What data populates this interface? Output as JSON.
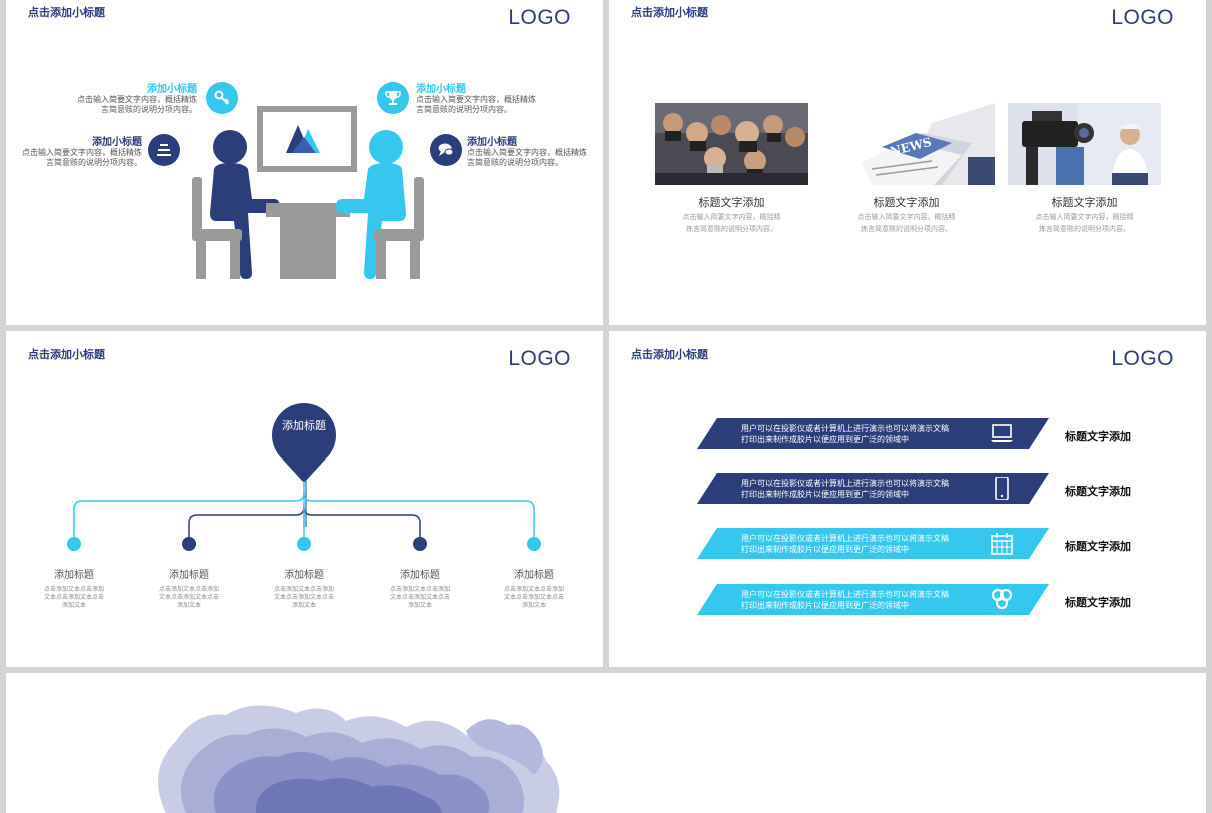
{
  "subtitle": "点击添加小标题",
  "logo": "LOGO",
  "slide1": {
    "items": [
      {
        "title": "添加小标题",
        "desc1": "点击输入简要文字内容，概括精炼",
        "desc2": "言简意赅的说明分项内容。",
        "icon": "key-icon",
        "color": "#35c7ee"
      },
      {
        "title": "添加小标题",
        "desc1": "点击输入简要文字内容，概括精炼",
        "desc2": "言简意赅的说明分项内容。",
        "icon": "list-icon",
        "color": "#2c3e7a"
      },
      {
        "title": "添加小标题",
        "desc1": "点击输入简要文字内容，概括精炼",
        "desc2": "言简意赅的说明分项内容。",
        "icon": "trophy-icon",
        "color": "#35c7ee"
      },
      {
        "title": "添加小标题",
        "desc1": "点击输入简要文字内容，概括精炼",
        "desc2": "言简意赅的说明分项内容。",
        "icon": "chat-icon",
        "color": "#2c3e7a"
      }
    ]
  },
  "slide2": {
    "cards": [
      {
        "title": "标题文字添加",
        "desc1": "点击输入简要文字内容，概括精",
        "desc2": "炼言简意赅的说明分项内容。",
        "photo": "photographers-photo"
      },
      {
        "title": "标题文字添加",
        "desc1": "点击输入简要文字内容，概括精",
        "desc2": "炼言简意赅的说明分项内容。",
        "photo": "newspaper-photo"
      },
      {
        "title": "标题文字添加",
        "desc1": "点击输入简要文字内容，概括精",
        "desc2": "炼言简意赅的说明分项内容。",
        "photo": "video-camera-photo"
      }
    ],
    "newspaper_text": "NEWS"
  },
  "slide3": {
    "center_title": "添加标题",
    "nodes": [
      {
        "title": "添加标题",
        "desc1": "点击添加文本点击添加",
        "desc2": "文本点击添加文本点击",
        "desc3": "添加文本",
        "color": "#35c7ee"
      },
      {
        "title": "添加标题",
        "desc1": "点击添加文本点击添加",
        "desc2": "文本点击添加文本点击",
        "desc3": "添加文本",
        "color": "#2c3e7a"
      },
      {
        "title": "添加标题",
        "desc1": "点击添加文本点击添加",
        "desc2": "文本点击添加文本点击",
        "desc3": "添加文本",
        "color": "#35c7ee"
      },
      {
        "title": "添加标题",
        "desc1": "点击添加文本点击添加",
        "desc2": "文本点击添加文本点击",
        "desc3": "添加文本",
        "color": "#2c3e7a"
      },
      {
        "title": "添加标题",
        "desc1": "点击添加文本点击添加",
        "desc2": "文本点击添加文本点击",
        "desc3": "添加文本",
        "color": "#35c7ee"
      }
    ]
  },
  "slide4": {
    "rows": [
      {
        "line1": "用户可以在投影仪或者计算机上进行演示也可以将演示文稿",
        "line2": "打印出来制作成胶片以便应用到更广泛的领域中",
        "label": "标题文字添加",
        "icon": "laptop-icon",
        "color": "#2c3e7a"
      },
      {
        "line1": "用户可以在投影仪或者计算机上进行演示也可以将演示文稿",
        "line2": "打印出来制作成胶片以便应用到更广泛的领域中",
        "label": "标题文字添加",
        "icon": "phone-icon",
        "color": "#2c3e7a"
      },
      {
        "line1": "用户可以在投影仪或者计算机上进行演示也可以将演示文稿",
        "line2": "打印出来制作成胶片以便应用到更广泛的领域中",
        "label": "标题文字添加",
        "icon": "calendar-icon",
        "color": "#35c7ee"
      },
      {
        "line1": "用户可以在投影仪或者计算机上进行演示也可以将演示文稿",
        "line2": "打印出来制作成胶片以便应用到更广泛的领域中",
        "label": "标题文字添加",
        "icon": "recycle-icon",
        "color": "#35c7ee"
      }
    ]
  },
  "colors": {
    "navy": "#2c3e7a",
    "cyan": "#35c7ee",
    "gray": "#9a9a9a"
  }
}
